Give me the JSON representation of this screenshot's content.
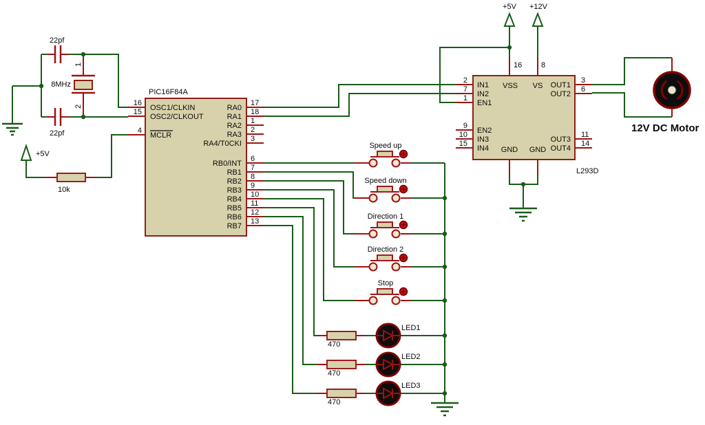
{
  "colors": {
    "wire_green": "#185c18",
    "pin_red": "#9e1212",
    "component_fill": "#d8d2ac",
    "component_outline": "#8e1f16",
    "actuator_red": "#c21010",
    "led_body_black": "#0d0d0d"
  },
  "power": {
    "vcc_left": "+5V",
    "vcc_top": "+5V",
    "v12_top": "+12V"
  },
  "oscillator": {
    "cap_top": "22pf",
    "cap_bottom": "22pf",
    "crystal": "8MHz",
    "pin1": "1",
    "pin2": "2"
  },
  "reset_resistor": "10k",
  "pic": {
    "name": "PIC16F84A",
    "left_pins": [
      {
        "num": "16",
        "label": "OSC1/CLKIN"
      },
      {
        "num": "15",
        "label": "OSC2/CLKOUT"
      },
      {
        "num": "4",
        "label": "MCLR"
      }
    ],
    "right_pins": [
      {
        "num": "17",
        "label": "RA0"
      },
      {
        "num": "18",
        "label": "RA1"
      },
      {
        "num": "1",
        "label": "RA2"
      },
      {
        "num": "2",
        "label": "RA3"
      },
      {
        "num": "3",
        "label": "RA4/T0CKI"
      },
      {
        "num": "6",
        "label": "RB0/INT"
      },
      {
        "num": "7",
        "label": "RB1"
      },
      {
        "num": "8",
        "label": "RB2"
      },
      {
        "num": "9",
        "label": "RB3"
      },
      {
        "num": "10",
        "label": "RB4"
      },
      {
        "num": "11",
        "label": "RB5"
      },
      {
        "num": "12",
        "label": "RB6"
      },
      {
        "num": "13",
        "label": "RB7"
      }
    ]
  },
  "driver": {
    "name": "L293D",
    "left_pins": [
      {
        "num": "2",
        "label": "IN1"
      },
      {
        "num": "7",
        "label": "IN2"
      },
      {
        "num": "1",
        "label": "EN1"
      },
      {
        "num": "9",
        "label": "EN2"
      },
      {
        "num": "10",
        "label": "IN3"
      },
      {
        "num": "15",
        "label": "IN4"
      }
    ],
    "right_pins": [
      {
        "num": "3",
        "label": "OUT1"
      },
      {
        "num": "6",
        "label": "OUT2"
      },
      {
        "num": "11",
        "label": "OUT3"
      },
      {
        "num": "14",
        "label": "OUT4"
      }
    ],
    "top_pins": [
      {
        "num": "16",
        "label": "VSS"
      },
      {
        "num": "8",
        "label": "VS"
      }
    ],
    "bottom_pins": [
      {
        "label": "GND"
      },
      {
        "label": "GND"
      }
    ]
  },
  "buttons": [
    {
      "label": "Speed up"
    },
    {
      "label": "Speed down"
    },
    {
      "label": "Direction 1"
    },
    {
      "label": "Direction 2"
    },
    {
      "label": "Stop"
    }
  ],
  "leds": [
    {
      "label": "LED1",
      "resistor": "470"
    },
    {
      "label": "LED2",
      "resistor": "470"
    },
    {
      "label": "LED3",
      "resistor": "470"
    }
  ],
  "motor": {
    "label": "12V DC Motor"
  }
}
